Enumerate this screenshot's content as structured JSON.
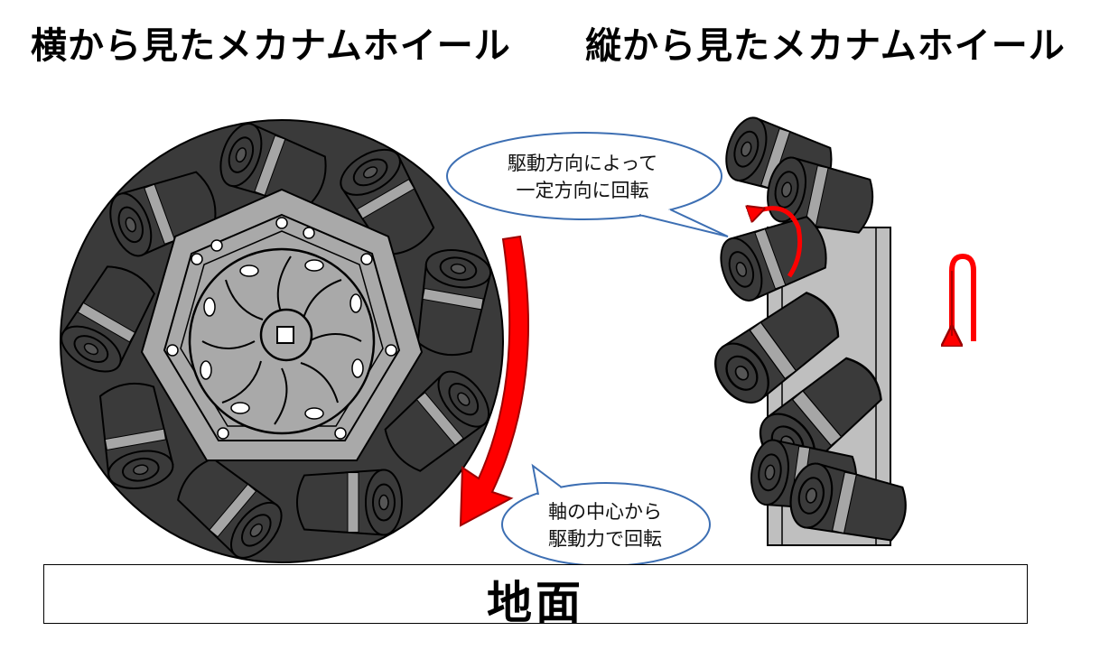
{
  "titles": {
    "side_view": "横から見たメカナムホイール",
    "front_view": "縦から見たメカナムホイール"
  },
  "callouts": {
    "roller_rotation": [
      "駆動方向によって",
      "一定方向に回転"
    ],
    "axle_drive": [
      "軸の中心から",
      "駆動力で回転"
    ]
  },
  "ground": {
    "label": "地面"
  },
  "colors": {
    "roller_dark": "#3a3a3a",
    "roller_band": "#a6a6a6",
    "hub_gray": "#a9a9a9",
    "arrow_red": "#ff0000",
    "bubble_stroke": "#3d6fb3"
  }
}
